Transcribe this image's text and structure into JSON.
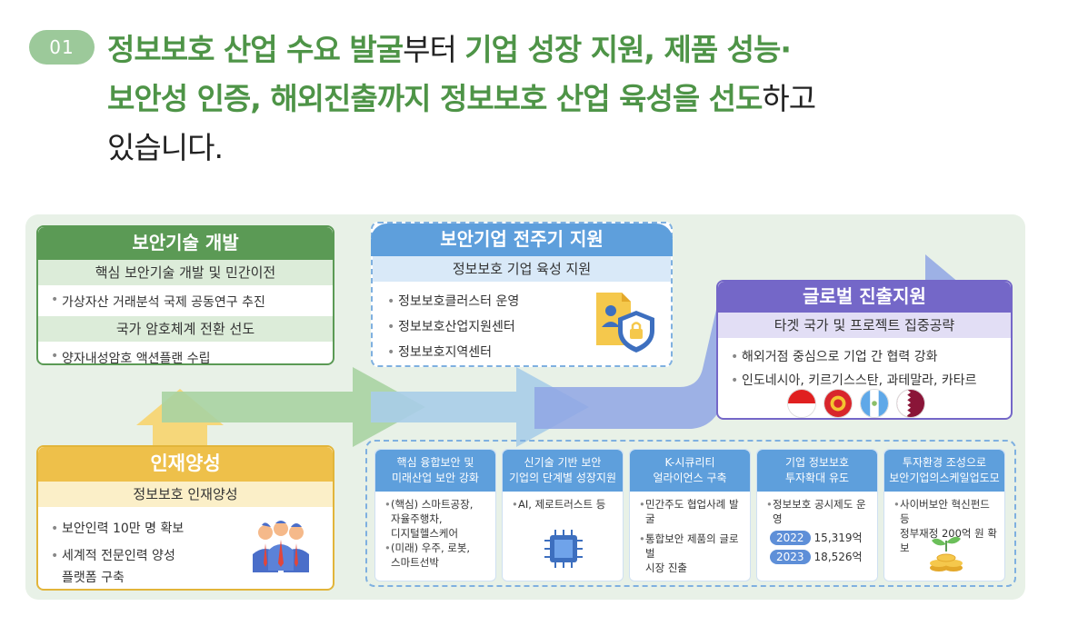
{
  "header": {
    "badge": "01",
    "l1_hl1": "정보보호 산업 수요 발굴",
    "l1_t1": "부터 ",
    "l1_hl2": "기업 성장 지원, 제품 성능·",
    "l2_hl": "보안성 인증, 해외진출까지 정보보호 산업 육성을 선도",
    "l2_t": "하고",
    "l3": "있습니다."
  },
  "tech": {
    "title": "보안기술 개발",
    "sub1": "핵심 보안기술 개발 및 민간이전",
    "item1": "가상자산 거래분석 국제 공동연구 추진",
    "sub2": "국가 암호체계 전환 선도",
    "item2": "양자내성암호 액션플랜 수립"
  },
  "lifecycle": {
    "title": "보안기업 전주기 지원",
    "sub": "정보보호 기업 육성 지원",
    "items": [
      "정보보호클러스터 운영",
      "정보보호산업지원센터",
      "정보보호지역센터"
    ]
  },
  "global": {
    "title": "글로벌 진출지원",
    "sub": "타겟 국가 및 프로젝트 집중공략",
    "items": [
      "해외거점 중심으로 기업 간 협력 강화",
      "인도네시아, 키르기스스탄, 과테말라, 카타르"
    ]
  },
  "talent": {
    "title": "인재양성",
    "sub": "정보보호 인재양성",
    "item1": "보안인력 10만 명 확보",
    "item2a": "세계적 전문인력 양성",
    "item2b": "플랫폼 구축"
  },
  "boxes": {
    "b1": {
      "t1": "핵심 융합보안 및",
      "t2": "미래산업 보안 강화",
      "i1": "(핵심) 스마트공장,",
      "i1b": "자율주행차,",
      "i1c": "디지털헬스케어",
      "i2": "(미래) 우주, 로봇,",
      "i2b": "스마트선박"
    },
    "b2": {
      "t1": "신기술 기반 보안",
      "t2": "기업의 단계별 성장지원",
      "i1": "AI, 제로트러스트 등"
    },
    "b3": {
      "t1": "K-시큐리티",
      "t2": "얼라이언스 구축",
      "i1": "민간주도 협업사례 발굴",
      "i2": "통합보안 제품의 글로벌",
      "i2b": "시장 진출"
    },
    "b4": {
      "t1": "기업 정보보호",
      "t2": "투자확대 유도",
      "i1": "정보보호 공시제도 운영",
      "y1": "2022",
      "v1": "15,319억",
      "y2": "2023",
      "v2": "18,526억"
    },
    "b5": {
      "t1": "투자환경 조성으로",
      "t2": "보안기업의스케일업도모",
      "i1": "사이버보안 혁신펀드 등",
      "i1b": "정부재정 200억 원 확보"
    }
  },
  "colors": {
    "green": "#5b9a55",
    "blue": "#5e9fdc",
    "purple": "#7467c8",
    "yellow": "#eec04a"
  }
}
